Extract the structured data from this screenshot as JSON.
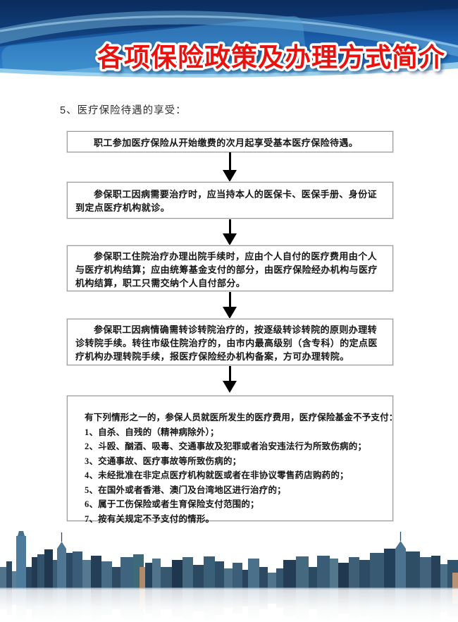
{
  "header": {
    "title": "各项保险政策及办理方式简介"
  },
  "section_heading": "5、医疗保险待遇的享受：",
  "flow": {
    "step1": "职工参加医疗保险从开始缴费的次月起享受基本医疗保险待遇。",
    "step2": "参保职工因病需要治疗时，应当持本人的医保卡、医保手册、身份证到定点医疗机构就诊。",
    "step3": "参保职工住院治疗办理出院手续时，应由个人自付的医疗费用由个人与医疗机构结算；应由统筹基金支付的部分，由医疗保险经办机构与医疗机构结算，职工只需交纳个人自付部分。",
    "step4": "参保职工因病情确需转诊转院治疗的，按逐级转诊转院的原则办理转诊转院手续。转往市级住院治疗的，由市内最高级别（含专科）的定点医疗机构办理转院手续，报医疗保险经办机构备案，方可办理转院。",
    "exclusions_intro": "有下列情形之一的，参保人员就医所发生的医疗费用，医疗保险基金不予支付：",
    "exclusions": [
      "1、自杀、自残的（精神病除外）；",
      "2、斗殴、酗酒、吸毒、交通事故及犯罪或者治安违法行为所致伤病的；",
      "3、交通事故、医疗事故等所致伤病的；",
      "4、未经批准在非定点医疗机构就医或者在非协议零售药店购药的；",
      "5、在国外或者香港、澳门及台湾地区进行治疗的；",
      "6、属于工伤保险或者生育保险支付范围的；",
      "7、按有关规定不予支付的情形。"
    ]
  },
  "colors": {
    "title_red": "#e8120e",
    "title_outline": "#ffffff",
    "header_blue_dark": "#0a2c5f",
    "header_blue_mid": "#1c63b2",
    "header_blue_light": "#7cc0e8",
    "box_border": "#9c9c9c",
    "body_text": "#161616",
    "arrow_black": "#000000",
    "skyline_blue": "#3a5c78"
  }
}
